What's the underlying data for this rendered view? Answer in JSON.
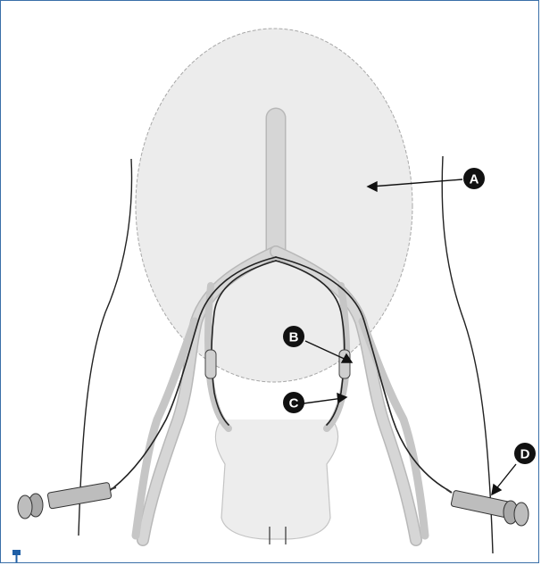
{
  "labels": {
    "a": "A",
    "b": "B",
    "c": "C",
    "d": "D"
  },
  "colors": {
    "frame_border": "#3a6fa8",
    "oval_fill": "#ececec",
    "vessel_fill": "#d6d6d6",
    "vessel_stroke": "#b8b8b8",
    "catheter": "#222222",
    "label_fill": "#111111"
  }
}
